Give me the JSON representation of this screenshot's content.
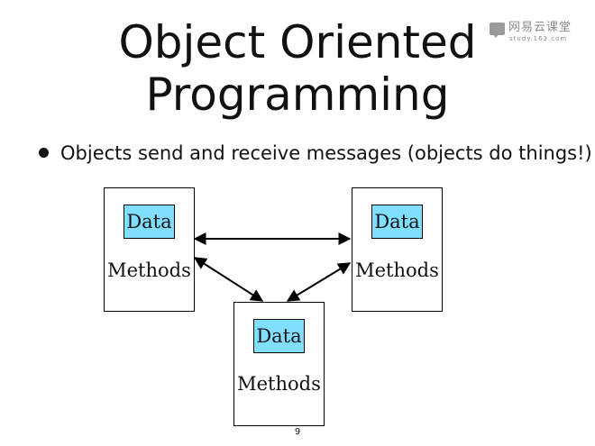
{
  "watermark": {
    "name": "网易云课堂",
    "url": "study.163.com"
  },
  "slide": {
    "title_line1": "Object Oriented",
    "title_line2": "Programming",
    "bullet": "Objects send and receive messages (objects do things!)",
    "page_number": "9"
  },
  "objects": [
    {
      "data_label": "Data",
      "methods_label": "Methods"
    },
    {
      "data_label": "Data",
      "methods_label": "Methods"
    },
    {
      "data_label": "Data",
      "methods_label": "Methods"
    }
  ],
  "colors": {
    "data_fill": "#80dfff",
    "border": "#000000",
    "text": "#111111"
  }
}
